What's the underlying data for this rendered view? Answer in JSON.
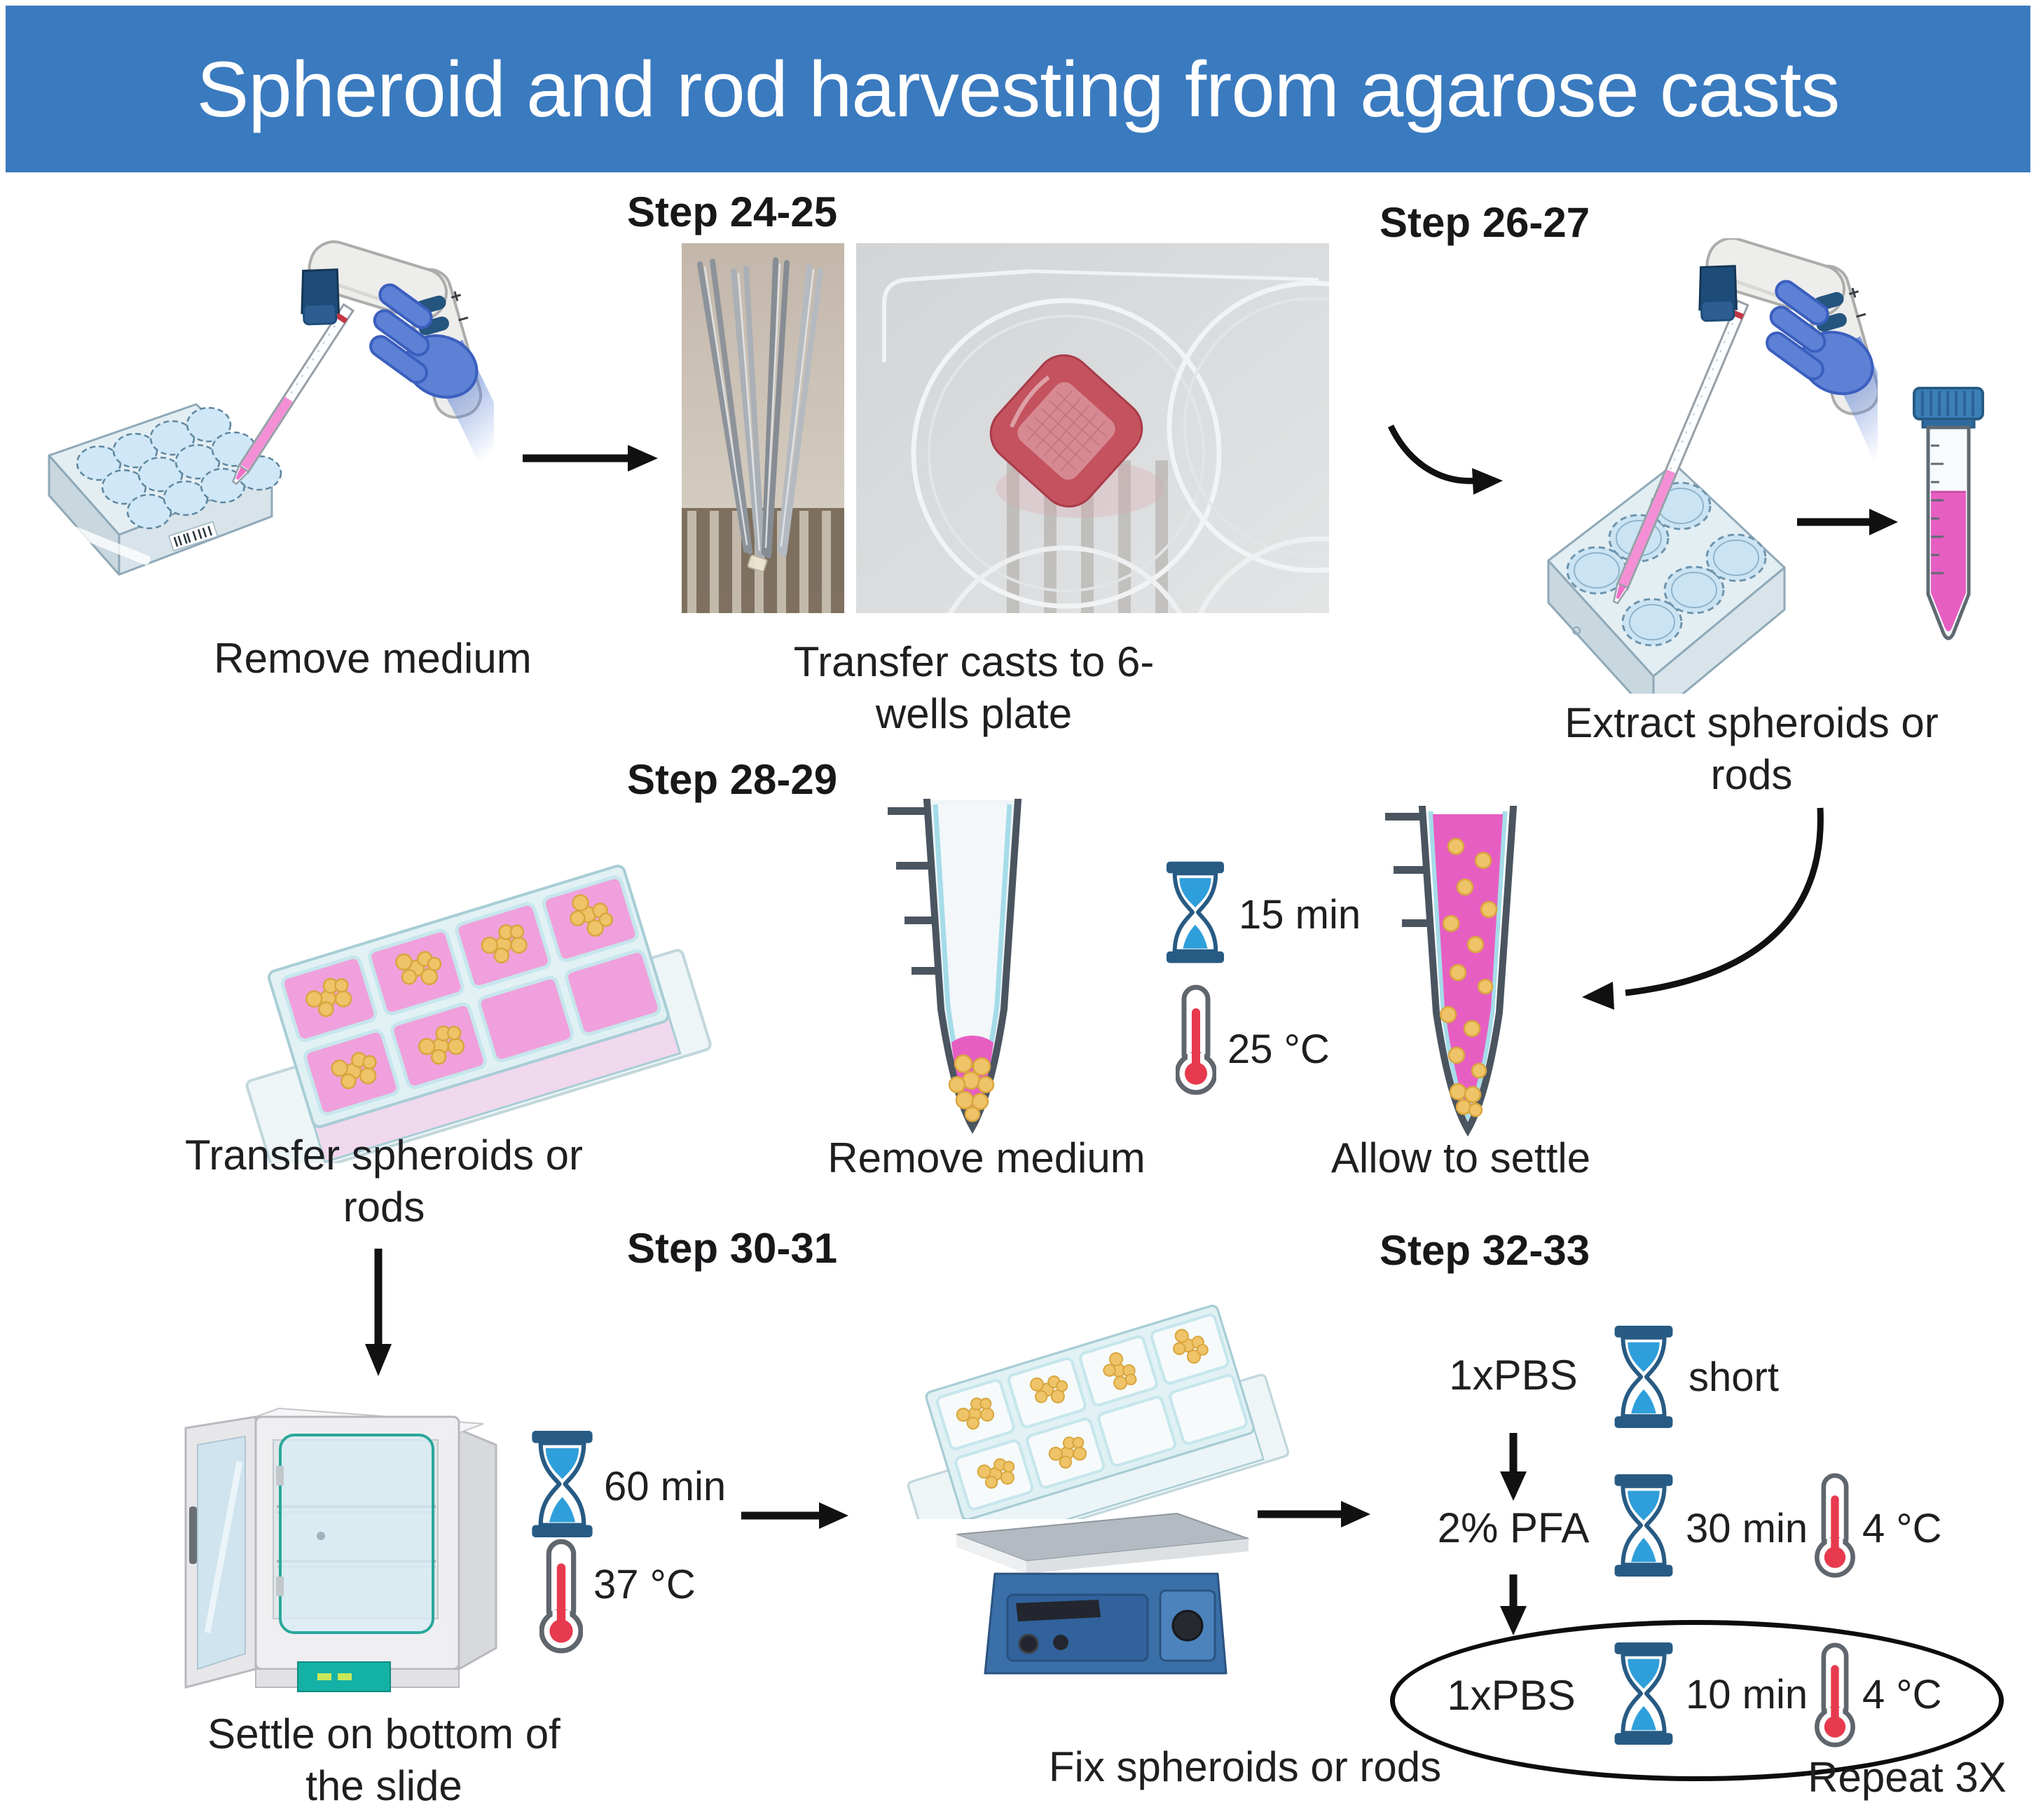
{
  "header": {
    "title": "Spheroid and rod harvesting from agarose casts",
    "bg_color": "#3A7ABF",
    "text_color": "#FFFFFF"
  },
  "steps": {
    "remove_medium_1": {
      "caption": "Remove medium"
    },
    "transfer_casts": {
      "label": "Step 24-25",
      "caption_line1": "Transfer casts to 6-",
      "caption_line2": "wells plate"
    },
    "extract": {
      "label": "Step 26-27",
      "caption_line1": "Extract spheroids or",
      "caption_line2": "rods"
    },
    "transfer_spheroids": {
      "label": "Step 28-29",
      "caption_line1": "Transfer spheroids or",
      "caption_line2": "rods"
    },
    "remove_medium_2": {
      "caption": "Remove medium",
      "time": "15 min",
      "temperature": "25 °C"
    },
    "allow_to_settle": {
      "caption": "Allow to settle"
    },
    "settle_on_slide": {
      "caption_line1": "Settle on bottom of",
      "caption_line2": "the slide",
      "time": "60 min",
      "temperature": "37 °C"
    },
    "fix": {
      "label": "Step 30-31",
      "caption": "Fix spheroids or rods"
    },
    "wash": {
      "label": "Step 32-33",
      "step1_reagent": "1xPBS",
      "step1_time": "short",
      "step2_reagent": "2% PFA",
      "step2_time": "30 min",
      "step2_temperature": "4 °C",
      "step3_reagent": "1xPBS",
      "step3_time": "10 min",
      "step3_temperature": "4 °C",
      "repeat_note": "Repeat 3X"
    }
  },
  "icons": {
    "time": "hourglass-icon",
    "temperature": "thermometer-icon"
  },
  "colors": {
    "header_blue": "#3A7ABF",
    "medium_pink": "#E75EC2",
    "spheroid_yellow": "#EFC468",
    "hourglass_blue": "#2F9FDB",
    "hourglass_frame": "#275B84",
    "thermometer_red": "#E83A4E",
    "incubator_teal": "#14B1A6",
    "shaker_blue": "#3A6FA8",
    "glove_blue": "#5C81D5",
    "tube_outline": "#4A5560"
  }
}
